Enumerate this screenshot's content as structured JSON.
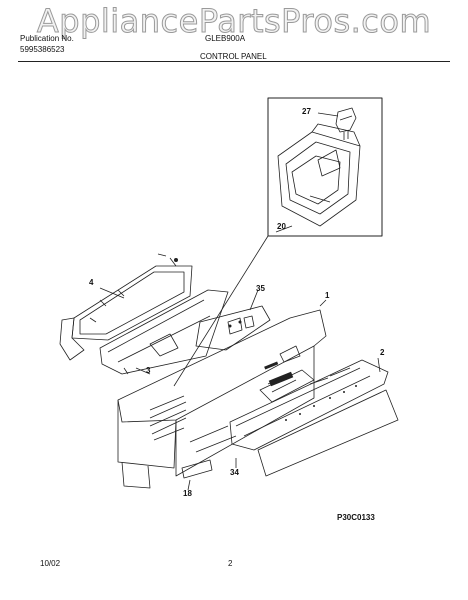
{
  "watermark": "AppliancePartsPros.com",
  "header": {
    "pub_line1": "Publication No.",
    "pub_line2": "5995386523",
    "model": "GLEB900A",
    "title": "CONTROL PANEL"
  },
  "callouts": [
    "27",
    "20",
    "35",
    "1",
    "4",
    "3",
    "2",
    "34",
    "18"
  ],
  "diagram_code": "P30C0133",
  "footer": {
    "date": "10/02",
    "page": "2"
  }
}
